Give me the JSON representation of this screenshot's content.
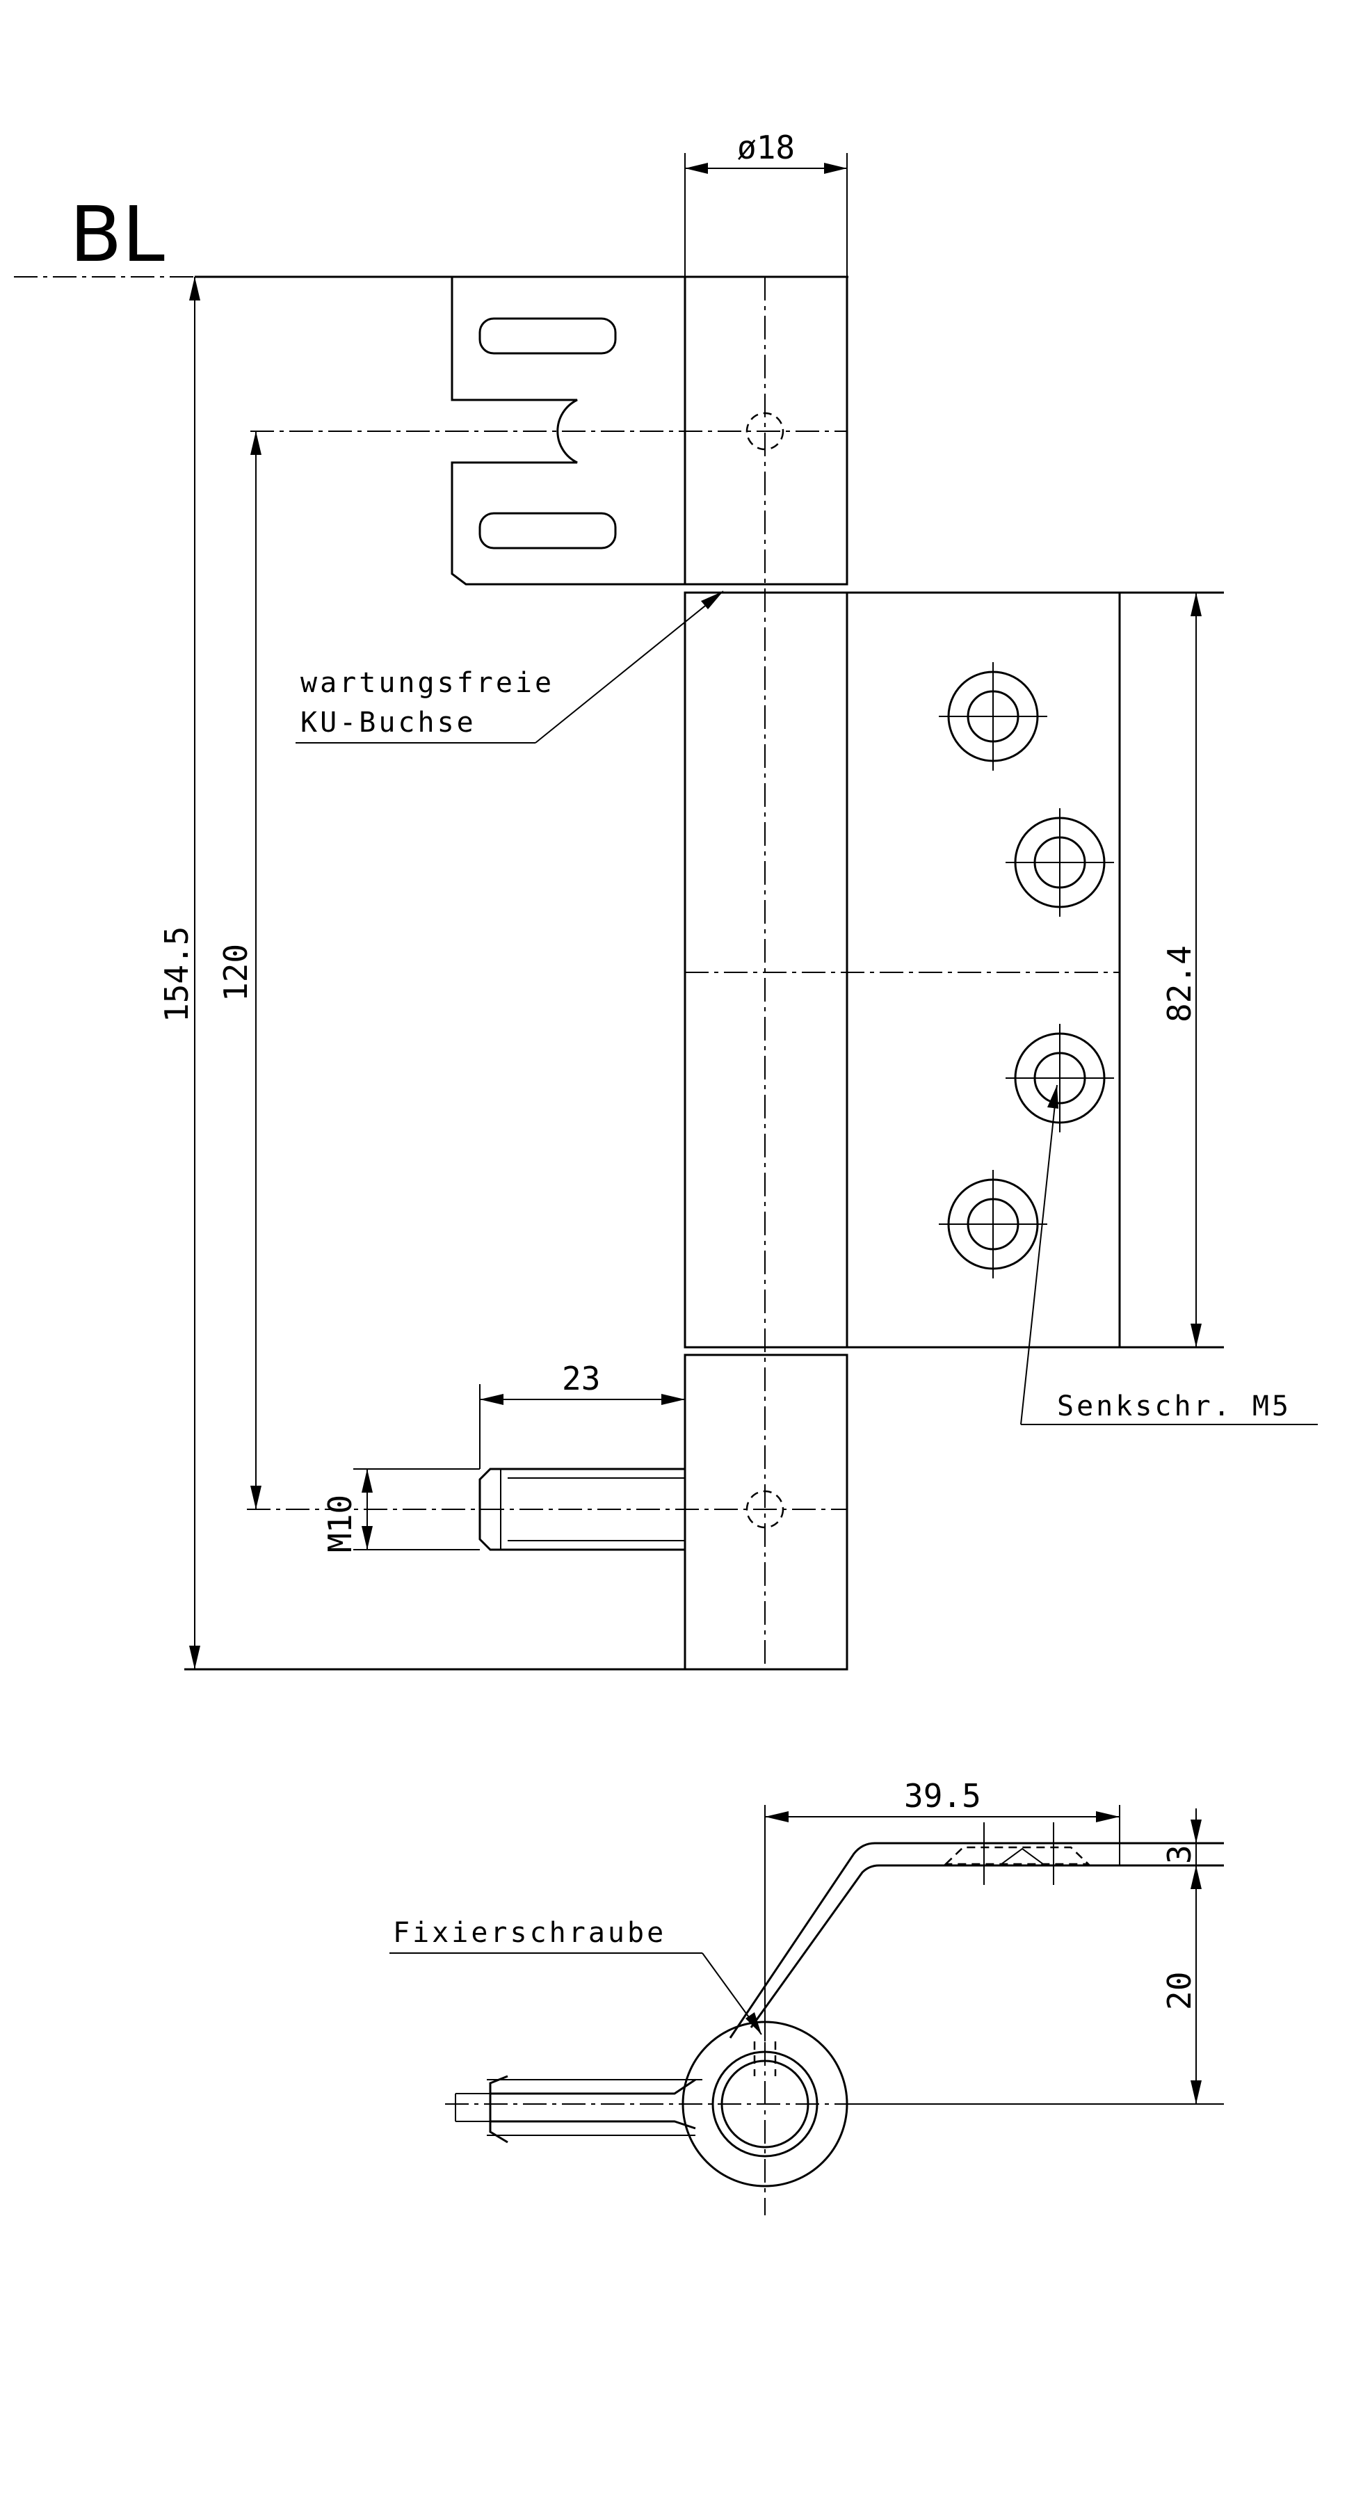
{
  "drawing": {
    "datum_label": "BL",
    "dims": {
      "dia": "ø18",
      "total_height": "154.5",
      "bolt_spacing": "120",
      "leaf_height": "82.4",
      "pin_offset": "23",
      "thread": "M10",
      "width_top": "39.5",
      "thickness": "3",
      "offset": "20"
    },
    "notes": {
      "bushing_line1": "wartungsfreie",
      "bushing_line2": "KU-Buchse",
      "screw": "Senkschr. M5",
      "fix_screw": "Fixierschraube"
    }
  }
}
